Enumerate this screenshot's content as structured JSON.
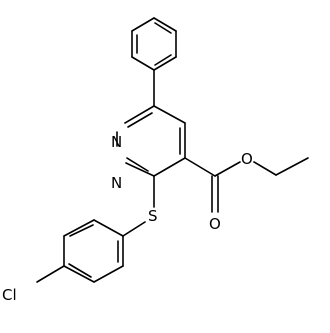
{
  "atoms": {
    "n_upper": "N",
    "n_lower": "N",
    "sulfur": "S",
    "carbonyl_oxygen": "O",
    "ester_oxygen": "O",
    "chlorine": "Cl"
  }
}
